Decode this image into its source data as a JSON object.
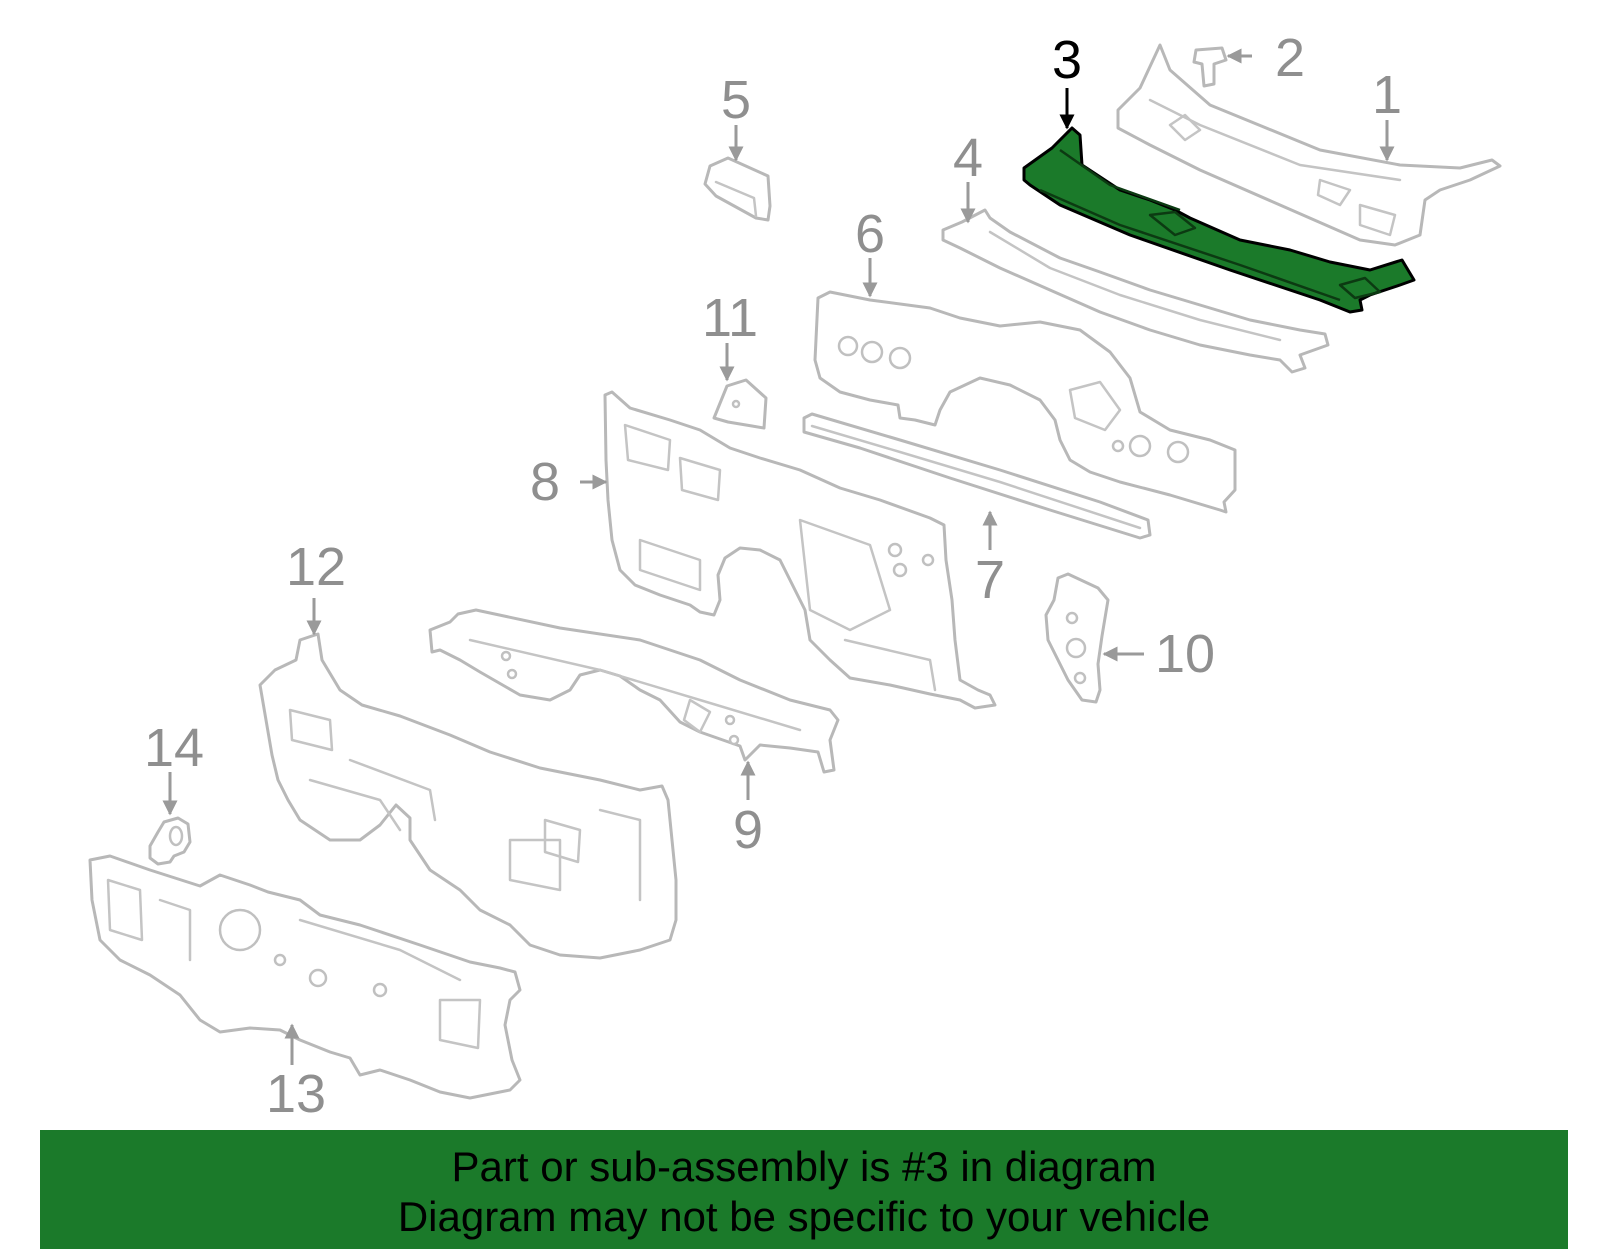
{
  "highlight_color": "#1b7a2a",
  "highlighted_part": "3",
  "callouts": {
    "c1": "1",
    "c2": "2",
    "c3": "3",
    "c4": "4",
    "c5": "5",
    "c6": "6",
    "c7": "7",
    "c8": "8",
    "c9": "9",
    "c10": "10",
    "c11": "11",
    "c12": "12",
    "c13": "13",
    "c14": "14"
  },
  "banner": {
    "line1": "Part or sub-assembly is #3 in diagram",
    "line2": "Diagram may not be specific to your vehicle"
  }
}
